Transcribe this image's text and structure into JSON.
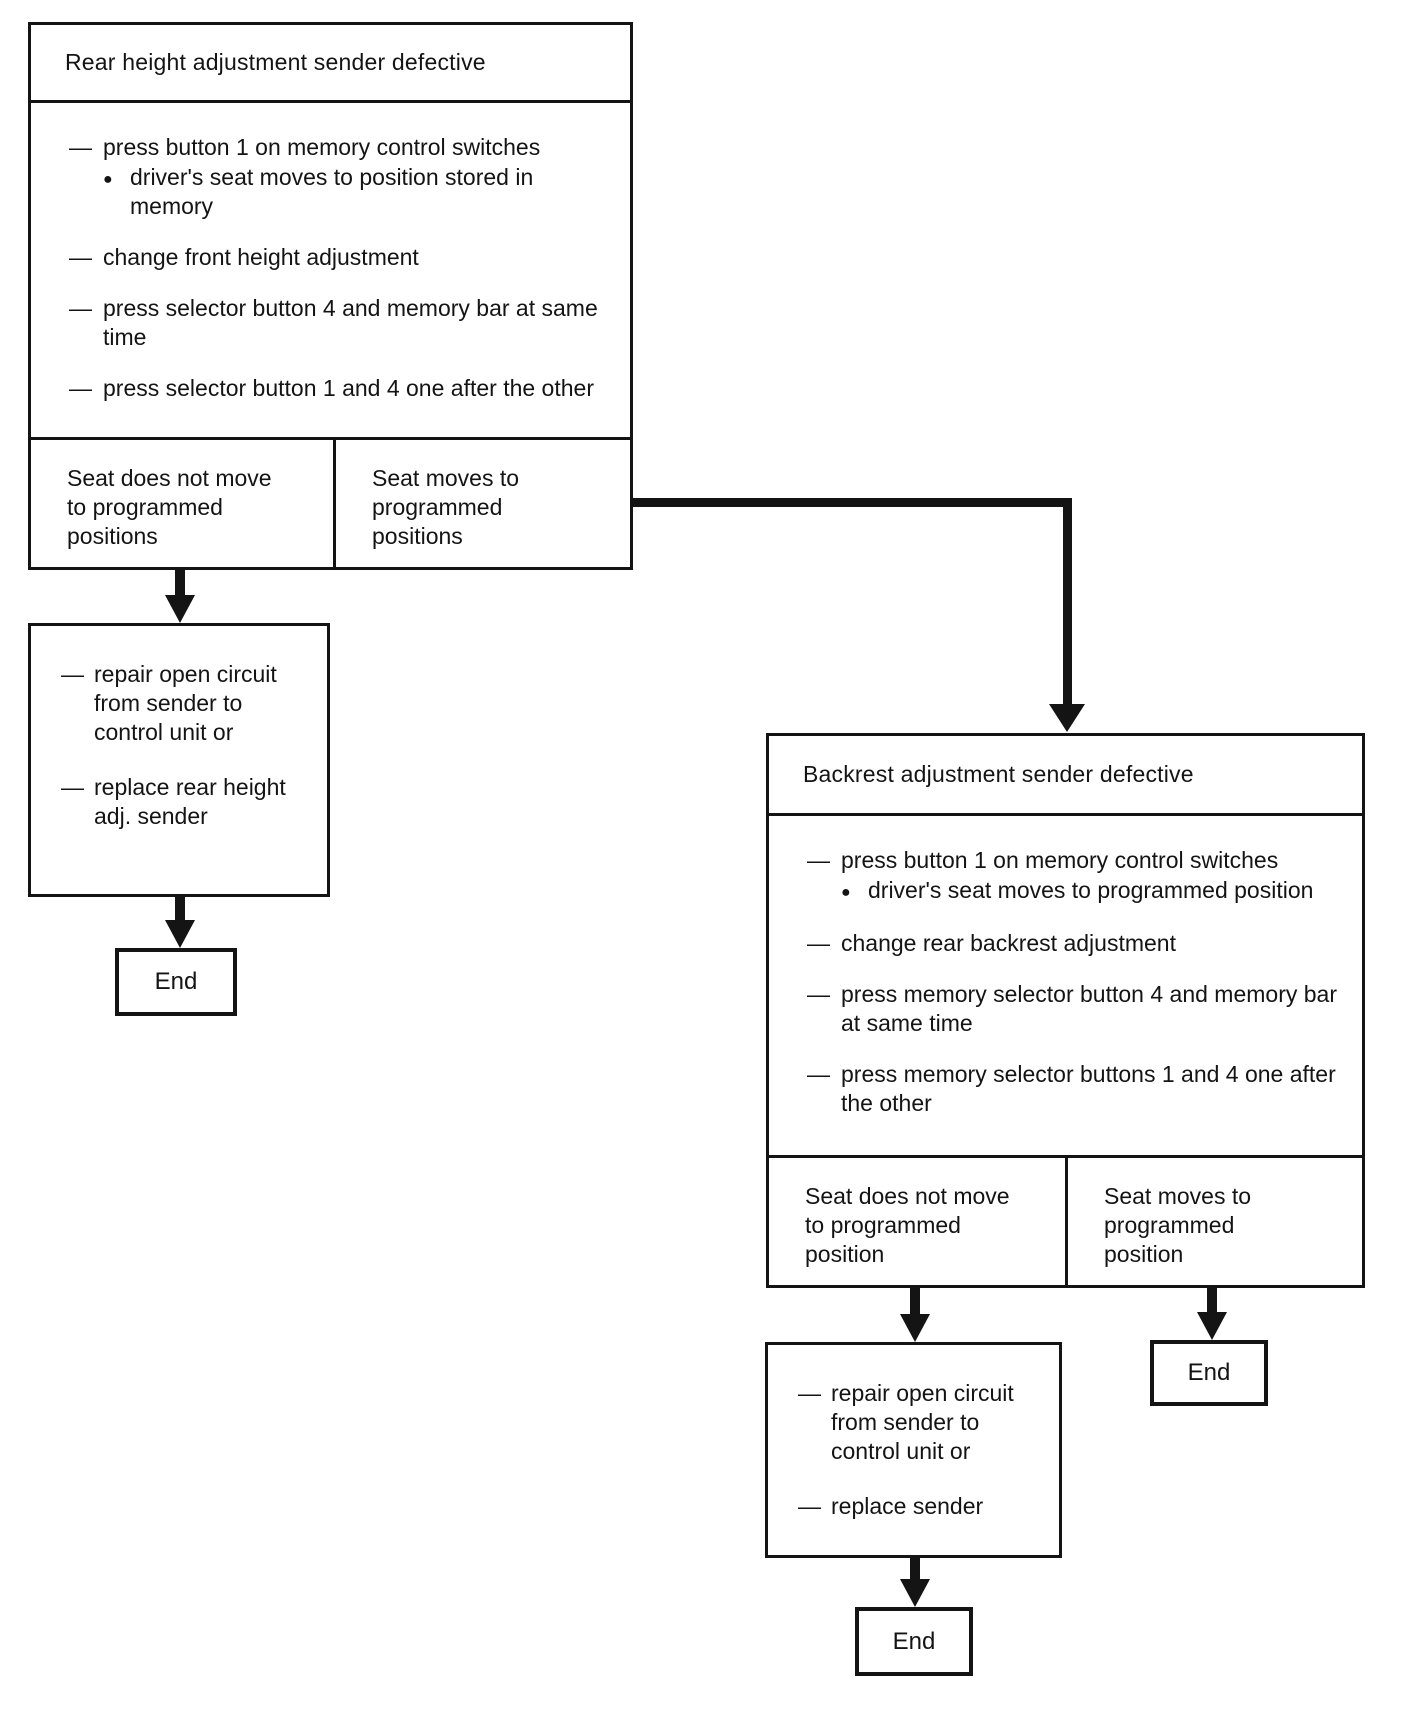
{
  "glyphs": {
    "dash": "—",
    "bullet": "●"
  },
  "colors": {
    "ink": "#141414",
    "paper": "#ffffff"
  },
  "rear_height_box": {
    "title": "Rear height adjustment sender defective",
    "steps": [
      {
        "text": "press button 1 on memory control switches",
        "sub": "driver's seat moves to position stored in memory"
      },
      {
        "text": "change front height adjustment"
      },
      {
        "text": "press selector button 4 and memory bar at same time"
      },
      {
        "text": "press selector button 1 and 4 one after the other"
      }
    ],
    "outcome_no": "Seat does not move to programmed positions",
    "outcome_yes": "Seat moves to programmed positions"
  },
  "rear_repair_box": {
    "items": [
      "repair open circuit from sender to control unit or",
      "replace rear height adj. sender"
    ]
  },
  "backrest_box": {
    "title": "Backrest adjustment sender defective",
    "steps": [
      {
        "text": "press button 1 on memory control switches",
        "sub": "driver's seat moves to programmed position"
      },
      {
        "text": "change rear backrest adjustment"
      },
      {
        "text": "press memory selector button 4 and memory bar at same time"
      },
      {
        "text": "press memory selector buttons 1 and 4 one after the other"
      }
    ],
    "outcome_no": "Seat does not move to programmed position",
    "outcome_yes": "Seat moves to programmed position"
  },
  "backrest_repair_box": {
    "items": [
      "repair open circuit from sender to control unit or",
      "replace sender"
    ]
  },
  "end_labels": {
    "rear": "End",
    "backrest_no": "End",
    "backrest_yes": "End"
  }
}
